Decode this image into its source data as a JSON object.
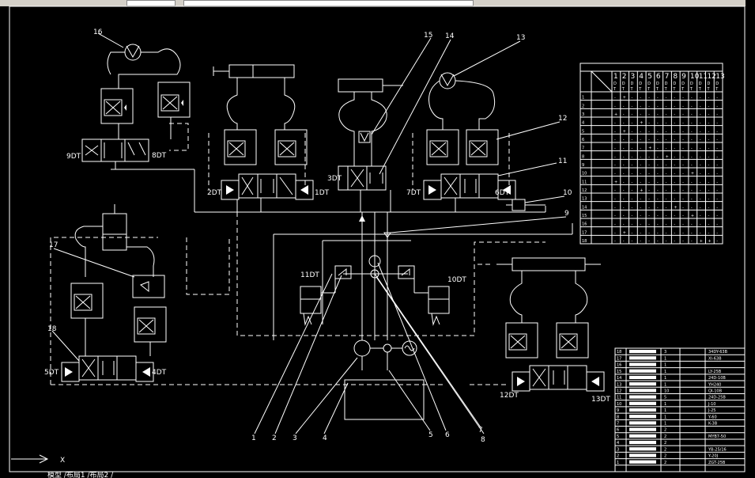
{
  "labels": {
    "l16": "16",
    "l15": "15",
    "l14": "14",
    "l13": "13",
    "l12": "12",
    "l11": "11",
    "l10": "10",
    "l9": "9",
    "l17": "17",
    "l18": "18",
    "b1": "1",
    "b2": "2",
    "b3": "3",
    "b4": "4",
    "b5": "5",
    "b6": "6",
    "b7": "7",
    "b8": "8"
  },
  "solenoids": {
    "dt9": "9DT",
    "dt8": "8DT",
    "dt2": "2DT",
    "dt1": "1DT",
    "dt3": "3DT",
    "dt7": "7DT",
    "dt6": "6DT",
    "dt11": "11DT",
    "dt10": "10DT",
    "dt5": "5DT",
    "dt4": "4DT",
    "dt12": "12DT",
    "dt13": "13DT"
  },
  "action_table": {
    "columns": [
      "1",
      "2",
      "3",
      "4",
      "5",
      "6",
      "7",
      "8",
      "9",
      "10",
      "11",
      "12",
      "13"
    ],
    "col_suffix": "DT",
    "rows": [
      {
        "n": "1",
        "marks": "- + - - - - - - - - - - -"
      },
      {
        "n": "2",
        "marks": "- - - - - - - - - - - - -"
      },
      {
        "n": "3",
        "marks": "+ - - - - - - - - - - - -"
      },
      {
        "n": "4",
        "marks": "- - - + - - - - - - - - -"
      },
      {
        "n": "5",
        "marks": "- + - - - - - - - - - - -"
      },
      {
        "n": "6",
        "marks": "- - - - - - - - - - - - -"
      },
      {
        "n": "7",
        "marks": "- - - - + - - - - - - - -"
      },
      {
        "n": "8",
        "marks": "- - - - - - + - - - - - -"
      },
      {
        "n": "9",
        "marks": "- - - - - - - - - - - - -"
      },
      {
        "n": "10",
        "marks": "- - - - - - - - - + - - -"
      },
      {
        "n": "11",
        "marks": "+ - - - - - - - - - - - -"
      },
      {
        "n": "12",
        "marks": "- - - + - - - - - - - - -"
      },
      {
        "n": "13",
        "marks": "- - - - - - - - - - - - -"
      },
      {
        "n": "14",
        "marks": "- - - - - - - + - - - - -"
      },
      {
        "n": "15",
        "marks": "- - - - - - - - - + - - -"
      },
      {
        "n": "16",
        "marks": "- - - - - - - - - - - - -"
      },
      {
        "n": "17",
        "marks": "- + - - - - - - - - - - -"
      },
      {
        "n": "18",
        "marks": "- - - - - - - - - - + + -"
      }
    ]
  },
  "parts_list": {
    "rows": [
      {
        "n": "18",
        "q": "3",
        "spec": "34DY-63B"
      },
      {
        "n": "17",
        "q": "1",
        "spec": "XI-63B"
      },
      {
        "n": "16",
        "q": "1",
        "spec": ""
      },
      {
        "n": "15",
        "q": "1",
        "spec": "LY-25B"
      },
      {
        "n": "14",
        "q": "1",
        "spec": "24D-10B"
      },
      {
        "n": "13",
        "q": "1",
        "spec": "YH240"
      },
      {
        "n": "12",
        "q": "10",
        "spec": "QI-10B"
      },
      {
        "n": "11",
        "q": "5",
        "spec": "24D-25B"
      },
      {
        "n": "10",
        "q": "1",
        "spec": "J-10"
      },
      {
        "n": "9",
        "q": "1",
        "spec": "J-25"
      },
      {
        "n": "8",
        "q": "1",
        "spec": "Y-60"
      },
      {
        "n": "7",
        "q": "1",
        "spec": "K-3B"
      },
      {
        "n": "6",
        "q": "2",
        "spec": ""
      },
      {
        "n": "5",
        "q": "2",
        "spec": "MYB7-50"
      },
      {
        "n": "4",
        "q": "2",
        "spec": ""
      },
      {
        "n": "3",
        "q": "2",
        "spec": "YB-25/16"
      },
      {
        "n": "2",
        "q": "2",
        "spec": "Y-20J"
      },
      {
        "n": "1",
        "q": "2",
        "spec": "ZGT-25B"
      }
    ]
  },
  "ucs": {
    "axis": "X"
  },
  "bottom_text": "模型 /布局1 /布局2 /"
}
